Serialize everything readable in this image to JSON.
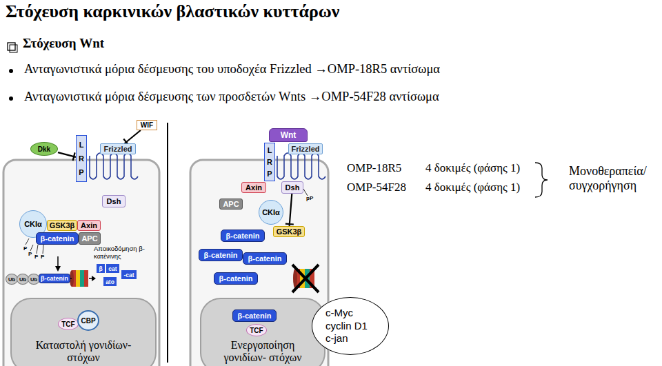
{
  "diagram": {
    "title": "Στόχευση καρκινικών βλαστικών κυττάρων",
    "nodes": [
      {
        "text": [
          "WIF"
        ]
      },
      {
        "text": [
          "Dkk"
        ]
      },
      {
        "text": [
          "LRP"
        ]
      },
      {
        "text": [
          "Frizzled"
        ]
      },
      {
        "text": [
          "Dsh"
        ]
      },
      {
        "text": [
          "CKIα"
        ]
      },
      {
        "text": [
          "GSK3β"
        ]
      },
      {
        "text": [
          "Axin"
        ]
      },
      {
        "text": [
          "β-catenin"
        ]
      },
      {
        "text": [
          "APC"
        ]
      },
      {
        "text": [
          "Ub"
        ]
      },
      {
        "text": [
          "Ub"
        ]
      },
      {
        "text": [
          "Ub"
        ]
      },
      {
        "text": [
          "β-catenin"
        ]
      },
      {
        "text": [
          "β"
        ]
      },
      {
        "text": [
          "cat"
        ]
      },
      {
        "text": [
          "-cat"
        ]
      },
      {
        "text": [
          "ato"
        ]
      },
      {
        "text": [
          "Καταστολή γονιδίων-στόχων"
        ]
      },
      {
        "text": [
          "TCF"
        ],
        "in": 18
      },
      {
        "text": [
          "CBP"
        ],
        "in": 18
      },
      {
        "text": [
          "Wnt"
        ]
      },
      {
        "text": [
          "LRP"
        ]
      },
      {
        "text": [
          "Frizzled"
        ]
      },
      {
        "text": [
          "Axin"
        ]
      },
      {
        "text": [
          "Dsh"
        ]
      },
      {
        "text": [
          "APC"
        ]
      },
      {
        "text": [
          "CKIα"
        ]
      },
      {
        "text": [
          "GSK3β"
        ]
      },
      {
        "text": [
          "β-catenin"
        ]
      },
      {
        "text": [
          "β-catenin"
        ]
      },
      {
        "text": [
          "β-catenin"
        ]
      },
      {
        "text": [
          "β-catenin"
        ]
      },
      {
        "text": [
          "Ενεργοποίηση γονιδίων- στόχων"
        ]
      },
      {
        "text": [
          "β-catenin"
        ],
        "in": 33
      },
      {
        "text": [
          "TCF"
        ],
        "in": 33
      },
      {
        "text": [
          "c-Myc cyclin D1 c-jan"
        ]
      }
    ],
    "edges": [
      {
        "from": 1,
        "to": 2,
        "arrow": "to"
      },
      {
        "from": 0,
        "to": 3,
        "arrow": "to"
      },
      {
        "from": 25,
        "to": 28,
        "arrow": "to"
      }
    ],
    "labels": [
      "Στόχευση Wnt",
      "Ανταγωνιστικά μόρια δέσμευσης του υποδοχέα Frizzled →OMP-18R5 αντίσωμα",
      "Ανταγωνιστικά μόρια δέσμευσης των προσδετών Wnts →OMP-54F28 αντίσωμα",
      "P",
      "P",
      "P",
      "P",
      "Αποικοδόμηση β-κατένινης",
      "pP",
      "OMP-18R5",
      "4 δοκιμές (φάσης 1)",
      "OMP-54F28",
      "4 δοκιμές (φάσης 1)",
      "Μονοθεραπεία/ συγχορήγηση"
    ]
  }
}
